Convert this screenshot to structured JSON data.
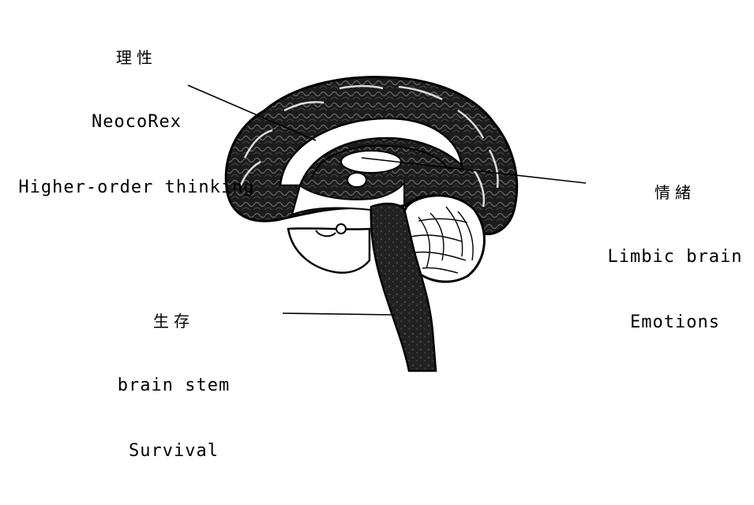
{
  "labels": {
    "neocortex": {
      "chinese": "理性",
      "name": "NeocoRex",
      "function": "Higher-order thinking"
    },
    "limbic": {
      "chinese": "情緒",
      "name": "Limbic brain",
      "function": "Emotions"
    },
    "stem": {
      "chinese": "生存",
      "name": "brain stem",
      "function": "Survival"
    }
  },
  "colors": {
    "ink": "#000000",
    "background": "#ffffff",
    "tissue": "#1c1c1c"
  },
  "illustration": "brain-sagittal-section"
}
